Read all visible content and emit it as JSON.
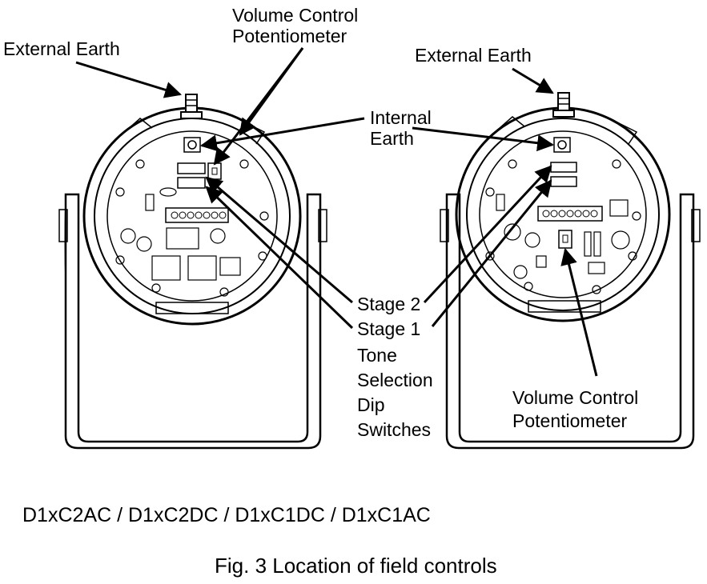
{
  "labels": {
    "volume_control_left": [
      "Volume Control",
      "Potentiometer"
    ],
    "external_earth_left": "External Earth",
    "external_earth_right": "External Earth",
    "internal_earth": [
      "Internal",
      "Earth"
    ],
    "stage_2": "Stage 2",
    "stage_1": "Stage 1",
    "tone_selection": [
      "Tone",
      "Selection",
      "Dip",
      "Switches"
    ],
    "volume_control_right": [
      "Volume Control",
      "Potentiometer"
    ]
  },
  "model_numbers": "D1xC2AC / D1xC2DC / D1xC1DC / D1xC1AC",
  "caption": "Fig. 3 Location of field controls"
}
